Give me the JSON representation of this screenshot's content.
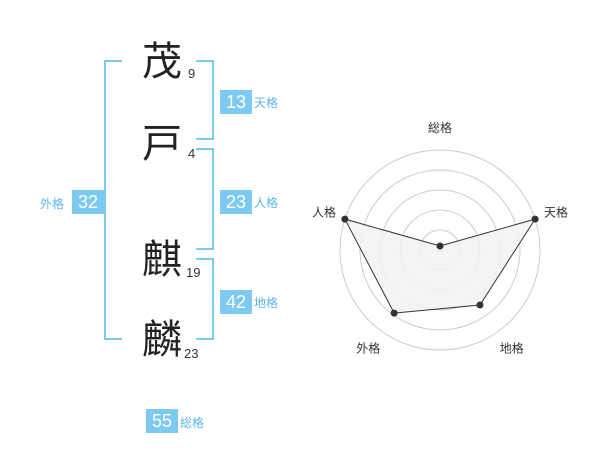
{
  "name": {
    "chars": [
      {
        "char": "茂",
        "strokes": "9"
      },
      {
        "char": "戸",
        "strokes": "4"
      },
      {
        "char": "麒",
        "strokes": "19"
      },
      {
        "char": "麟",
        "strokes": "23"
      }
    ]
  },
  "kaku": {
    "tenkaku": {
      "value": "13",
      "label": "天格"
    },
    "jinkaku": {
      "value": "23",
      "label": "人格"
    },
    "chikaku": {
      "value": "42",
      "label": "地格"
    },
    "gaikaku": {
      "value": "32",
      "label": "外格"
    },
    "soukaku": {
      "value": "55",
      "label": "総格"
    }
  },
  "colors": {
    "accent": "#7cc9f2",
    "label": "#5bb6e8",
    "radar_fill": "#f2f2f2",
    "radar_grid": "#cccccc"
  },
  "chart_data": {
    "type": "radar",
    "axes": [
      "総格",
      "天格",
      "地格",
      "外格",
      "人格"
    ],
    "values": [
      0.04,
      1.0,
      0.68,
      0.78,
      1.0
    ],
    "range": [
      0,
      1
    ],
    "rings": 5
  }
}
